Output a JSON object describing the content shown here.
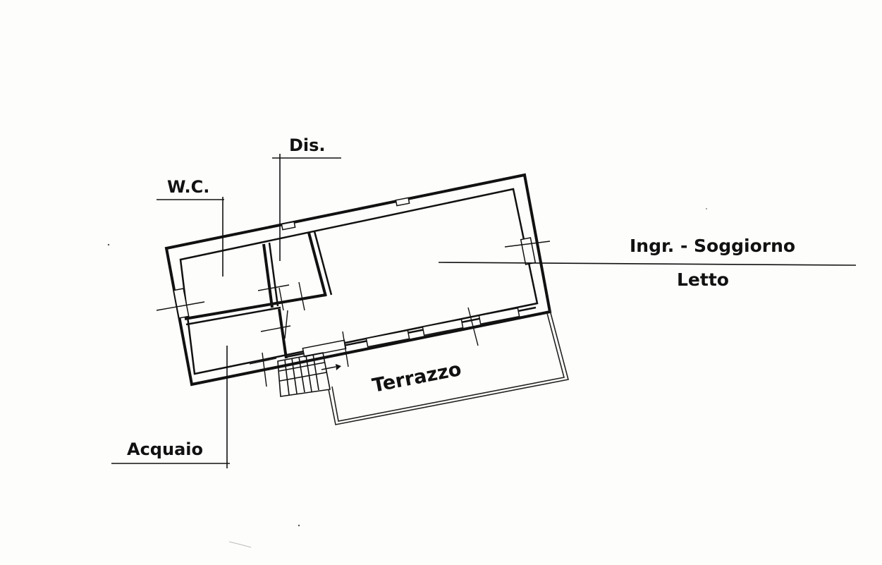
{
  "labels": {
    "wc": "W.C.",
    "dis": "Dis.",
    "ingresso_soggiorno": "Ingr. - Soggiorno",
    "letto": "Letto",
    "terrazzo": "Terrazzo",
    "acquaio": "Acquaio"
  },
  "colors": {
    "ink": "#111111",
    "paper": "#fdfdfb"
  }
}
